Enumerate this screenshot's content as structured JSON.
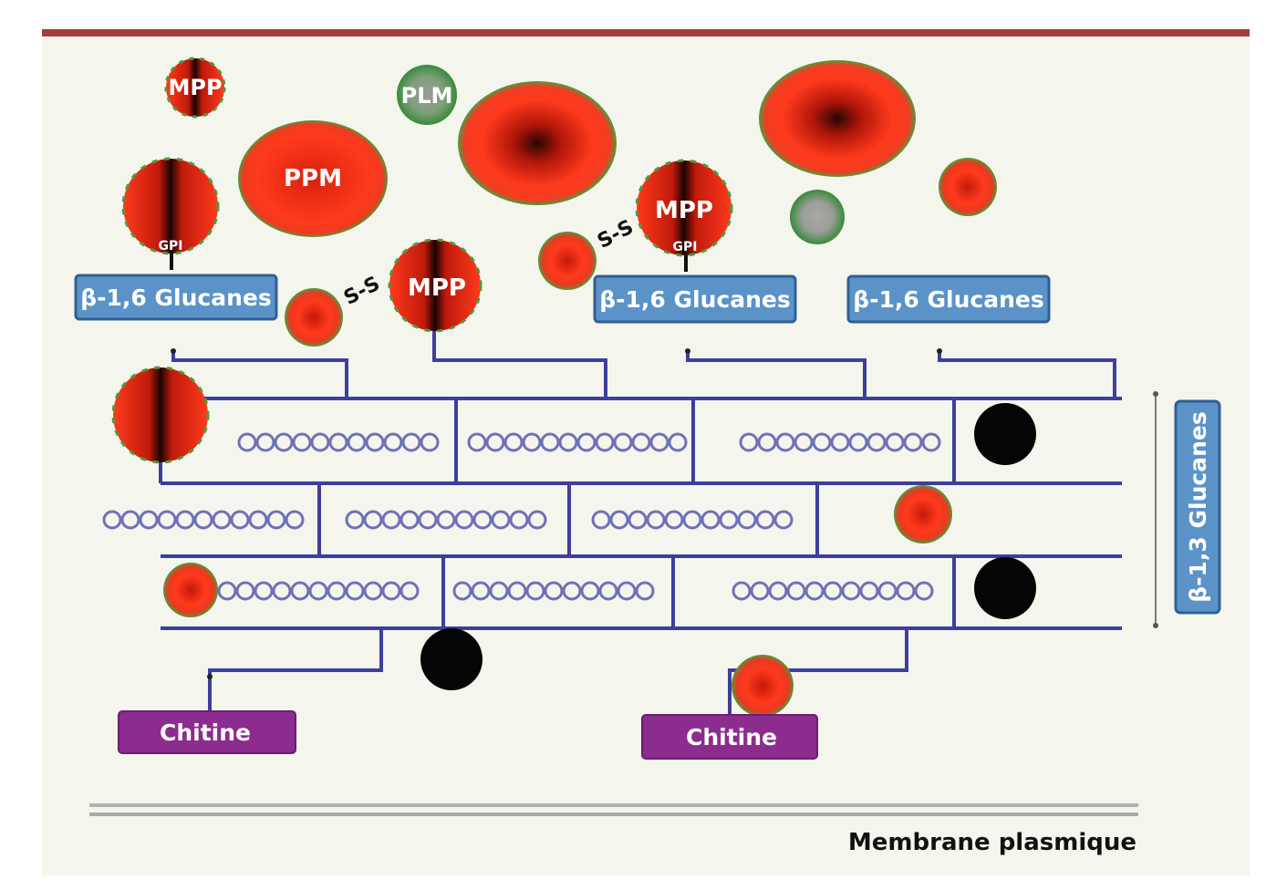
{
  "colors": {
    "header_bar": "#a83c3c",
    "background": "#f4f5ec",
    "glucan_line": "#3d3f9a",
    "helix": "#6e71b8",
    "glucan_box": "#5b93c8",
    "chitin_box": "#8c2c8f",
    "red_core": "#ff3a1c",
    "green_rim": "#3a9a3c",
    "membrane": "#9aa0a0"
  },
  "labels": {
    "mpp_top": "MPP",
    "plm": "PLM",
    "ppm": "PPM",
    "mpp_center": "MPP",
    "mpp_right": "MPP",
    "gpi_left": "GPI",
    "gpi_right": "GPI",
    "ss_left": "S-S",
    "ss_right": "S-S",
    "glucan16_a": "β-1,6 Glucanes",
    "glucan16_b": "β-1,6 Glucanes",
    "glucan16_c": "β-1,6 Glucanes",
    "glucan13": "β-1,3 Glucanes",
    "chitin_a": "Chitine",
    "chitin_b": "Chitine",
    "membrane": "Membrane plasmique"
  }
}
